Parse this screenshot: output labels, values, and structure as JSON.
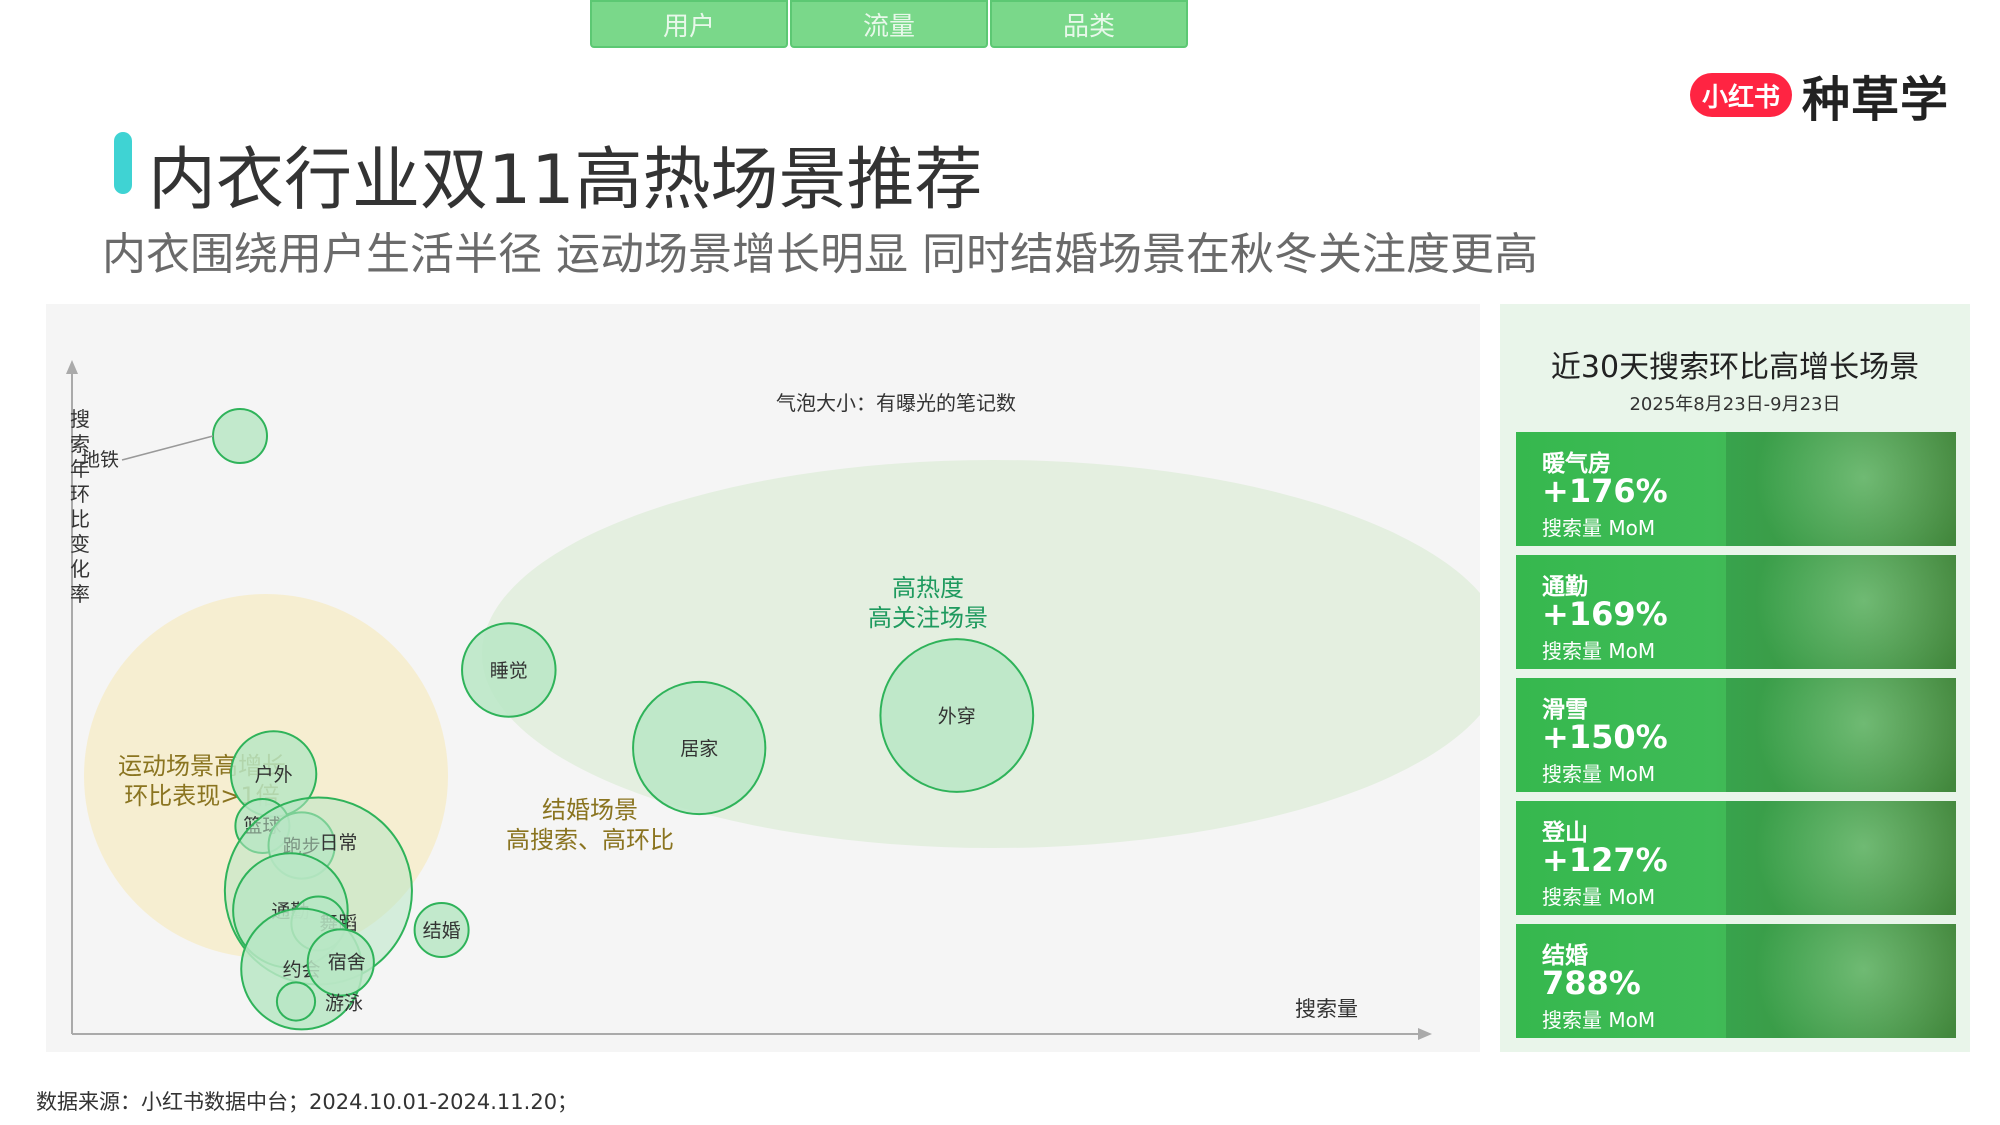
{
  "tabs": [
    "用户",
    "流量",
    "品类"
  ],
  "brand": {
    "badge": "小红书",
    "name": "种草学"
  },
  "page": {
    "title": "内衣行业双11高热场景推荐",
    "subtitle": "内衣围绕用户生活半径 运动场景增长明显 同时结婚场景在秋冬关注度更高"
  },
  "chart_data": {
    "type": "bubble",
    "bubble_size_note": "气泡大小：有曝光的笔记数",
    "xlabel": "搜索量",
    "ylabel": "搜索年环比变化率",
    "points": [
      {
        "label": "地铁",
        "x": 1.5,
        "y": 9.2,
        "size": 1
      },
      {
        "label": "睡觉",
        "x": 3.9,
        "y": 5.6,
        "size": 3
      },
      {
        "label": "居家",
        "x": 5.6,
        "y": 4.4,
        "size": 6
      },
      {
        "label": "外穿",
        "x": 7.9,
        "y": 4.9,
        "size": 8
      },
      {
        "label": "结婚",
        "x": 3.3,
        "y": 1.6,
        "size": 1
      },
      {
        "label": "户外",
        "x": 1.8,
        "y": 4.0,
        "size": 2.5
      },
      {
        "label": "篮球",
        "x": 1.7,
        "y": 3.2,
        "size": 1
      },
      {
        "label": "跑步",
        "x": 2.05,
        "y": 2.9,
        "size": 1.5
      },
      {
        "label": "日常",
        "x": 2.2,
        "y": 2.2,
        "size": 12
      },
      {
        "label": "通勤",
        "x": 1.95,
        "y": 1.9,
        "size": 4.5
      },
      {
        "label": "舞蹈",
        "x": 2.2,
        "y": 1.7,
        "size": 1
      },
      {
        "label": "约会",
        "x": 2.05,
        "y": 1.0,
        "size": 5
      },
      {
        "label": "宿舍",
        "x": 2.4,
        "y": 1.1,
        "size": 1.5
      },
      {
        "label": "游泳",
        "x": 2.0,
        "y": 0.5,
        "size": 0.5
      }
    ],
    "annotations": [
      {
        "text": "高热度",
        "kind": "ellipse-label",
        "color": "#1e9a5e"
      },
      {
        "text": "高关注场景",
        "kind": "ellipse-label",
        "color": "#1e9a5e"
      },
      {
        "text": "运动场景高增长",
        "kind": "sport-label",
        "color": "#8a7420"
      },
      {
        "text": "环比表现>1倍",
        "kind": "sport-label",
        "color": "#8a7420"
      },
      {
        "text": "结婚场景",
        "kind": "wedding-label",
        "color": "#8a7420"
      },
      {
        "text": "高搜索、高环比",
        "kind": "wedding-label",
        "color": "#8a7420"
      }
    ],
    "colors": {
      "bubble_fill": "#b8e6c4",
      "bubble_stroke": "#2fb35a",
      "hot_ellipse": "#e4efe0",
      "sport_circle": "#f6edcd"
    }
  },
  "side": {
    "title": "近30天搜索环比高增长场景",
    "date": "2025年8月23日-9月23日",
    "cards": [
      {
        "name": "暖气房",
        "value": "+176%",
        "label": "搜索量 MoM"
      },
      {
        "name": "通勤",
        "value": "+169%",
        "label": "搜索量 MoM"
      },
      {
        "name": "滑雪",
        "value": "+150%",
        "label": "搜索量 MoM"
      },
      {
        "name": "登山",
        "value": "+127%",
        "label": "搜索量 MoM"
      },
      {
        "name": "结婚",
        "value": "788%",
        "label": "搜索量 MoM"
      }
    ]
  },
  "footer": "数据来源：小红书数据中台；2024.10.01-2024.11.20；"
}
